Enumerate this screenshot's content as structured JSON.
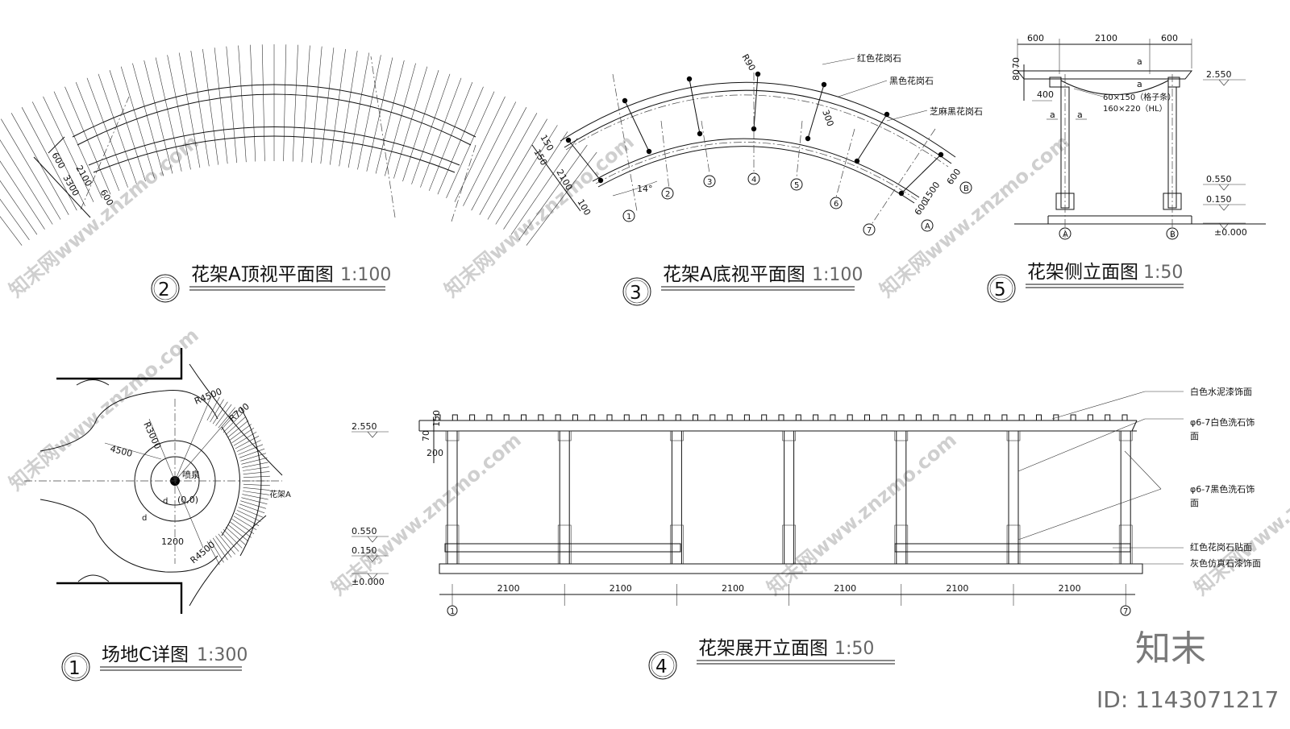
{
  "titles": {
    "site_detail": {
      "num": "1",
      "name": "场地C详图",
      "scale": "1:300"
    },
    "top_plan": {
      "num": "2",
      "name": "花架A顶视平面图",
      "scale": "1:100"
    },
    "bottom_plan": {
      "num": "3",
      "name": "花架A底视平面图",
      "scale": "1:100"
    },
    "unfold_elev": {
      "num": "4",
      "name": "花架展开立面图",
      "scale": "1:50"
    },
    "side_elev": {
      "num": "5",
      "name": "花架侧立面图",
      "scale": "1:50"
    }
  },
  "top_plan": {
    "dims": [
      "600",
      "2100",
      "3300",
      "600"
    ]
  },
  "bottom_plan": {
    "dims": [
      "R90",
      "300",
      "150",
      "150",
      "2100",
      "100",
      "14°",
      "1500",
      "600",
      "600"
    ],
    "grid": [
      "1",
      "2",
      "3",
      "4",
      "5",
      "6",
      "7",
      "A",
      "B"
    ],
    "notes": [
      "红色花岗石",
      "黑色花岗石",
      "芝麻黑花岗石"
    ]
  },
  "side_elev": {
    "dims_top": [
      "600",
      "2100",
      "600"
    ],
    "dims_left": [
      "80",
      "70",
      "400"
    ],
    "notes": [
      "60×150（格子条）",
      "160×220（HL）"
    ],
    "sec_marks": [
      "a",
      "a",
      "a",
      "a"
    ],
    "levels": [
      "2.550",
      "0.550",
      "0.150",
      "±0.000"
    ],
    "grid": [
      "A",
      "B"
    ]
  },
  "site_detail": {
    "dims": [
      "R4500",
      "R3000",
      "4500",
      "R700",
      "R4500",
      "1200"
    ],
    "labels": [
      "喷泉",
      "(0,0)",
      "花架A",
      "d",
      "d"
    ]
  },
  "unfold_elev": {
    "levels": [
      "2.550",
      "0.550",
      "0.150",
      "±0.000"
    ],
    "dims_left": [
      "70",
      "150",
      "200"
    ],
    "spans": [
      "2100",
      "2100",
      "2100",
      "2100",
      "2100",
      "2100"
    ],
    "grid": [
      "1",
      "7"
    ],
    "notes": [
      "白色水泥漆饰面",
      "φ6-7白色洗石饰",
      "面",
      "φ6-7黑色洗石饰",
      "面",
      "红色花岗石贴面",
      "灰色仿真石漆饰面"
    ]
  },
  "watermark": {
    "text": "知末网www.znzmo.com"
  },
  "brand": {
    "logo": "知末",
    "id": "ID: 1143071217"
  }
}
